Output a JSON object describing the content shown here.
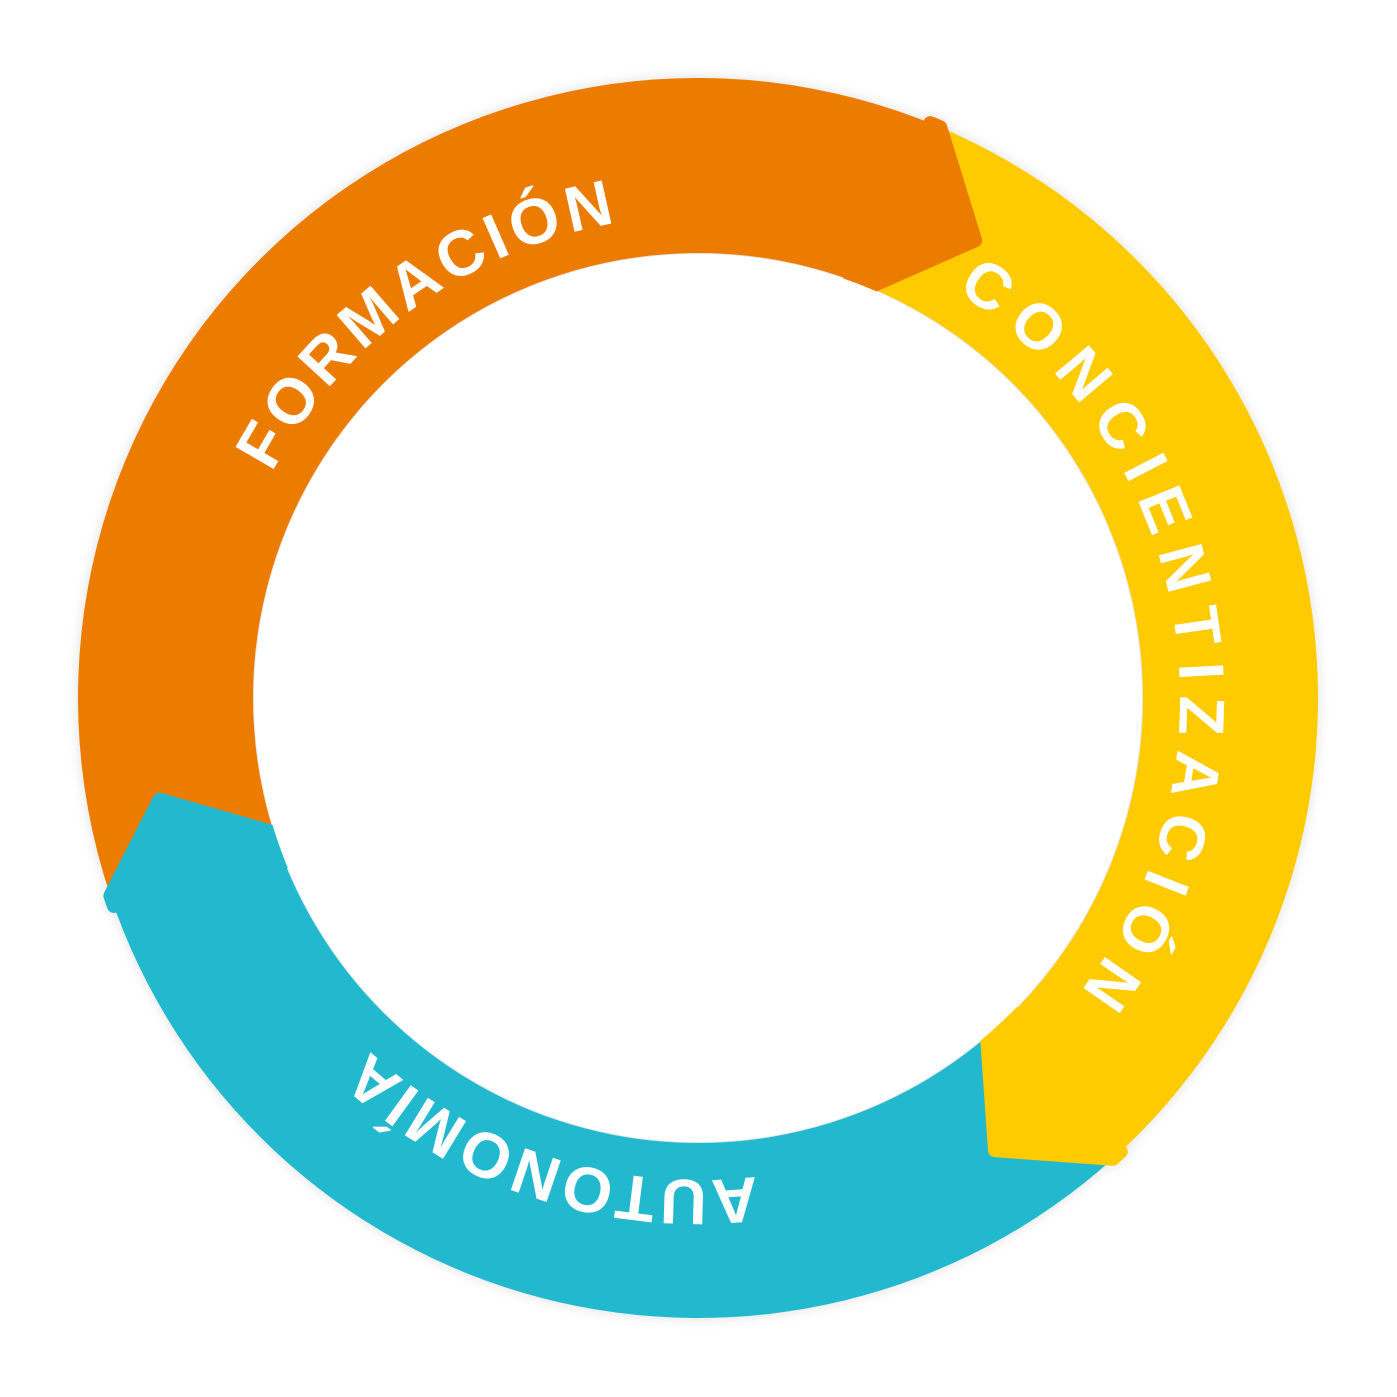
{
  "diagram": {
    "type": "cycle",
    "segments": [
      {
        "label": "FORMACIÓN",
        "color": "#EB7C00"
      },
      {
        "label": "CONCIENTIZACIÓN",
        "color": "#FDCB03"
      },
      {
        "label": "AUTONOMÍA",
        "color": "#24B9CF"
      }
    ]
  }
}
